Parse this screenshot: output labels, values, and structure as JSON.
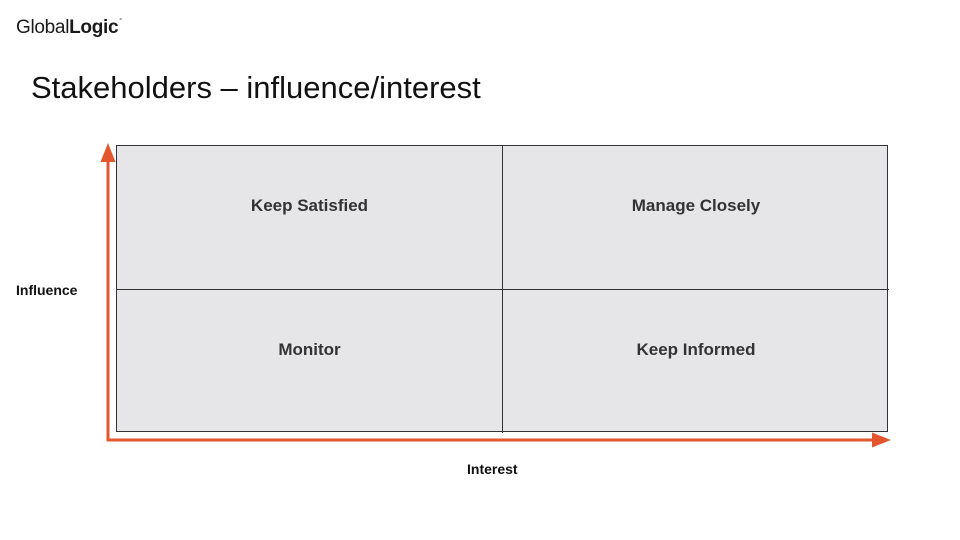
{
  "logo": {
    "part1": "Global",
    "part2": "Logic",
    "mark": "°"
  },
  "title": "Stakeholders – influence/interest",
  "matrix": {
    "top_left": "Keep Satisfied",
    "top_right": "Manage Closely",
    "bottom_left": "Monitor",
    "bottom_right": "Keep Informed"
  },
  "axes": {
    "y_label": "Influence",
    "x_label": "Interest",
    "arrow_color": "#e4572e"
  }
}
